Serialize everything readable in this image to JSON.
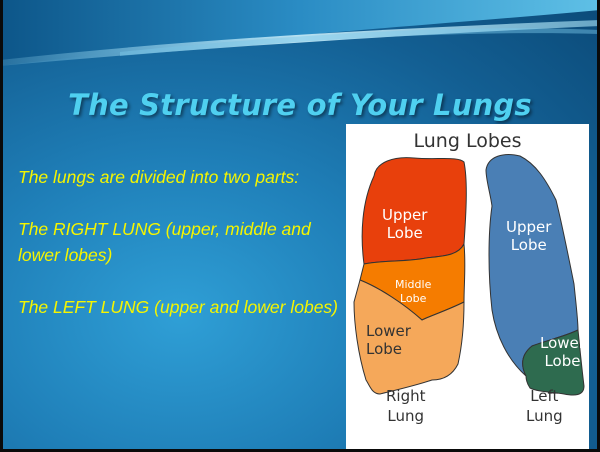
{
  "slide": {
    "title": "The Structure of Your Lungs",
    "paragraphs": [
      "The lungs are divided into two parts:",
      "The RIGHT LUNG (upper, middle and lower lobes)",
      "The LEFT LUNG (upper and lower lobes)"
    ],
    "text_color": "#f5f500",
    "title_color": "#4fd0f0"
  },
  "diagram": {
    "title": "Lung Lobes",
    "labels": {
      "right_upper": [
        "Upper",
        "Lobe"
      ],
      "right_middle": [
        "Middle",
        "Lobe"
      ],
      "right_lower": [
        "Lower",
        "Lobe"
      ],
      "left_upper": [
        "Upper",
        "Lobe"
      ],
      "left_lower": [
        "Lower",
        "Lobe"
      ],
      "right_lung": [
        "Right",
        "Lung"
      ],
      "left_lung": [
        "Left",
        "Lung"
      ]
    },
    "colors": {
      "right_upper": "#e8400c",
      "right_middle": "#f57c00",
      "right_lower": "#f5a85a",
      "left_upper": "#4a7fb5",
      "left_lower": "#2e6b4f"
    }
  }
}
